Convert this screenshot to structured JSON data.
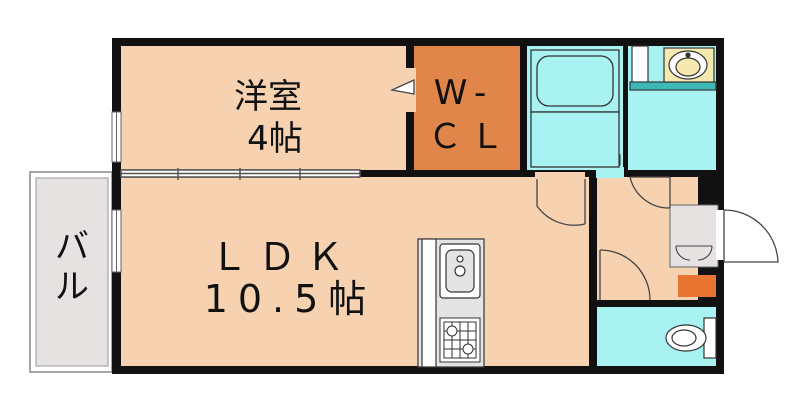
{
  "floorplan": {
    "rooms": {
      "western_room": {
        "name": "洋室",
        "size": "4帖",
        "color": "#F7D2B0"
      },
      "walk_in_closet": {
        "line1": "W-",
        "line2": "ＣＬ",
        "color": "#E0864A"
      },
      "ldk": {
        "name": "ＬＤＫ",
        "size": "10.5帖",
        "color": "#F7D2B0"
      },
      "balcony": {
        "name": "バル",
        "color": "#E6E2E2"
      },
      "bath": {
        "color": "#A9F2F2"
      },
      "toilet": {
        "color": "#A9F2F2"
      },
      "washroom": {
        "color": "#A9F2F2"
      },
      "entrance": {
        "color": "#F7D2B0"
      }
    },
    "colors": {
      "wall": "#111111",
      "storage": "#E97431",
      "kitchen_counter": "#E4E4E4"
    },
    "icons": [
      "bathtub-icon",
      "washbasin-icon",
      "toilet-icon",
      "sink-icon",
      "stove-icon",
      "door-swing-icon"
    ]
  }
}
